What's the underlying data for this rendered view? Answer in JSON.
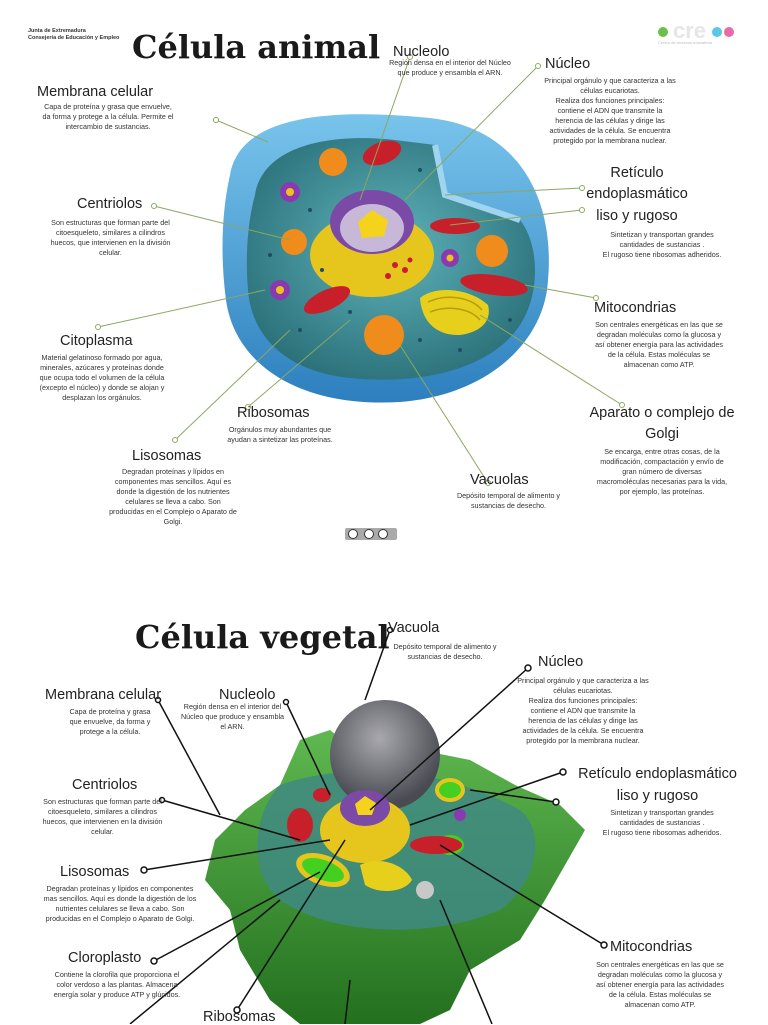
{
  "animal": {
    "header_left": "Junta de Extremadura\nConsejería de Educación y Empleo",
    "logo_text": "cre",
    "logo_sub": "Centro de recursos educativos",
    "title": "Célula animal",
    "labels": {
      "nucleolo": {
        "name": "Nucleolo",
        "desc": "Región densa en el interior del Núcleo\nque produce y ensambla el ARN."
      },
      "nucleo": {
        "name": "Núcleo",
        "desc": "Principal orgánulo y que caracteriza a las\ncélulas eucariotas.\nRealiza dos funciones principales:\ncontiene el ADN que transmite la\nherencia de las células  y dirige las\nactividades de la célula. Se encuentra\nprotegido por la membrana nuclear."
      },
      "membrana": {
        "name": "Membrana celular",
        "desc": "Capa de proteína y grasa que envuelve,\nda forma y protege a la célula. Permite el\nintercambio de sustancias."
      },
      "centriolos": {
        "name": "Centriolos",
        "desc": "Son estructuras que forman parte del\ncitoesqueleto, similares a cilindros\nhuecos, que intervienen en  la división\ncelular."
      },
      "reticulo": {
        "name1": "Retículo",
        "name2": "endoplasmático",
        "name3": "liso y rugoso",
        "desc": "Sintetizan y transportan grandes\ncantidades de sustancias .\nEl rugoso tiene ribosomas adheridos."
      },
      "mitocondrias": {
        "name": "Mitocondrias",
        "desc": "Son centrales energéticas en las que se\ndegradan moléculas como la glucosa y\nasí obtener energía para las actividades\nde la célula. Estas moléculas se\nalmacenan como ATP."
      },
      "citoplasma": {
        "name": "Citoplasma",
        "desc": "Material gelatinoso formado por agua,\nminerales, azúcares y proteínas donde\nque ocupa todo el volumen de la célula\n(excepto el núcleo) y donde se alojan y\ndesplazan los orgánulos."
      },
      "ribosomas": {
        "name": "Ribosomas",
        "desc": "Orgánulos muy abundantes que\nayudan a sintetizar las proteínas."
      },
      "golgi": {
        "name1": "Aparato o complejo de",
        "name2": "Golgi",
        "desc": "Se encarga, entre otras cosas, de la\nmodificación, compactación y envío de\ngran número de diversas\nmacromoléculas necesarias para la vida,\npor ejemplo, las proteínas."
      },
      "lisosomas": {
        "name": "Lisosomas",
        "desc": "Degradan proteínas y lípidos en\ncomponentes mas sencillos. Aquí es\ndonde la digestión de los nutrientes\ncelulares se lleva a cabo. Son\nproducidas en el Complejo o Aparato de\nGolgi."
      },
      "vacuolas": {
        "name": "Vacuolas",
        "desc": "Depósito temporal de alimento y\nsustancias de desecho."
      }
    }
  },
  "vegetal": {
    "title": "Célula vegetal",
    "labels": {
      "vacuola": {
        "name": "Vacuola",
        "desc": "Depósito temporal de alimento y\nsustancias de desecho."
      },
      "nucleo": {
        "name": "Núcleo",
        "desc": "Principal orgánulo y que caracteriza a las\ncélulas eucariotas.\nRealiza dos funciones principales:\ncontiene el ADN que transmite la\nherencia de las células  y dirige las\nactividades de la célula. Se encuentra\nprotegido por la membrana nuclear."
      },
      "membrana": {
        "name": "Membrana celular",
        "desc": "Capa de proteína y grasa\nque envuelve, da forma y\nprotege a la célula."
      },
      "nucleolo": {
        "name": "Nucleolo",
        "desc": "Región densa en el interior del\nNúcleo que produce y ensambla\nel ARN."
      },
      "reticulo": {
        "name1": "Retículo endoplasmático",
        "name2": "liso y rugoso",
        "desc": "Sintetizan y transportan grandes\ncantidades de sustancias .\nEl rugoso tiene ribosomas adheridos."
      },
      "centriolos": {
        "name": "Centriolos",
        "desc": "Son estructuras que forman parte del\ncitoesqueleto,  similares  a cilindros\nhuecos, que intervienen en  la división\ncelular."
      },
      "lisosomas": {
        "name": "Lisosomas",
        "desc": "Degradan proteínas y lípidos en componentes\nmas sencillos. Aquí es donde la digestión de los\nnutrientes celulares se lleva a cabo. Son\nproducidas en el Complejo o Aparato de Golgi."
      },
      "cloroplasto": {
        "name": "Cloroplasto",
        "desc": "Contiene la clorofila que proporciona el\ncolor verdoso a las plantas. Almacena\nenergía solar y produce ATP y glúcidos."
      },
      "mitocondrias": {
        "name": "Mitocondrias",
        "desc": "Son centrales energéticas en las que se\ndegradan moléculas como la glucosa y\nasí obtener energía para las actividades\nde la célula. Estas moléculas se\nalmacenan como ATP."
      },
      "ribosomas": {
        "name": "Ribosomas"
      }
    }
  },
  "colors": {
    "cytoplasm": "#2f7f88",
    "membrane_blue": "#4aa6d6",
    "plant_wall": "#3c9a35",
    "nucleus_yellow": "#f0d020",
    "mito_red": "#c8202a"
  }
}
